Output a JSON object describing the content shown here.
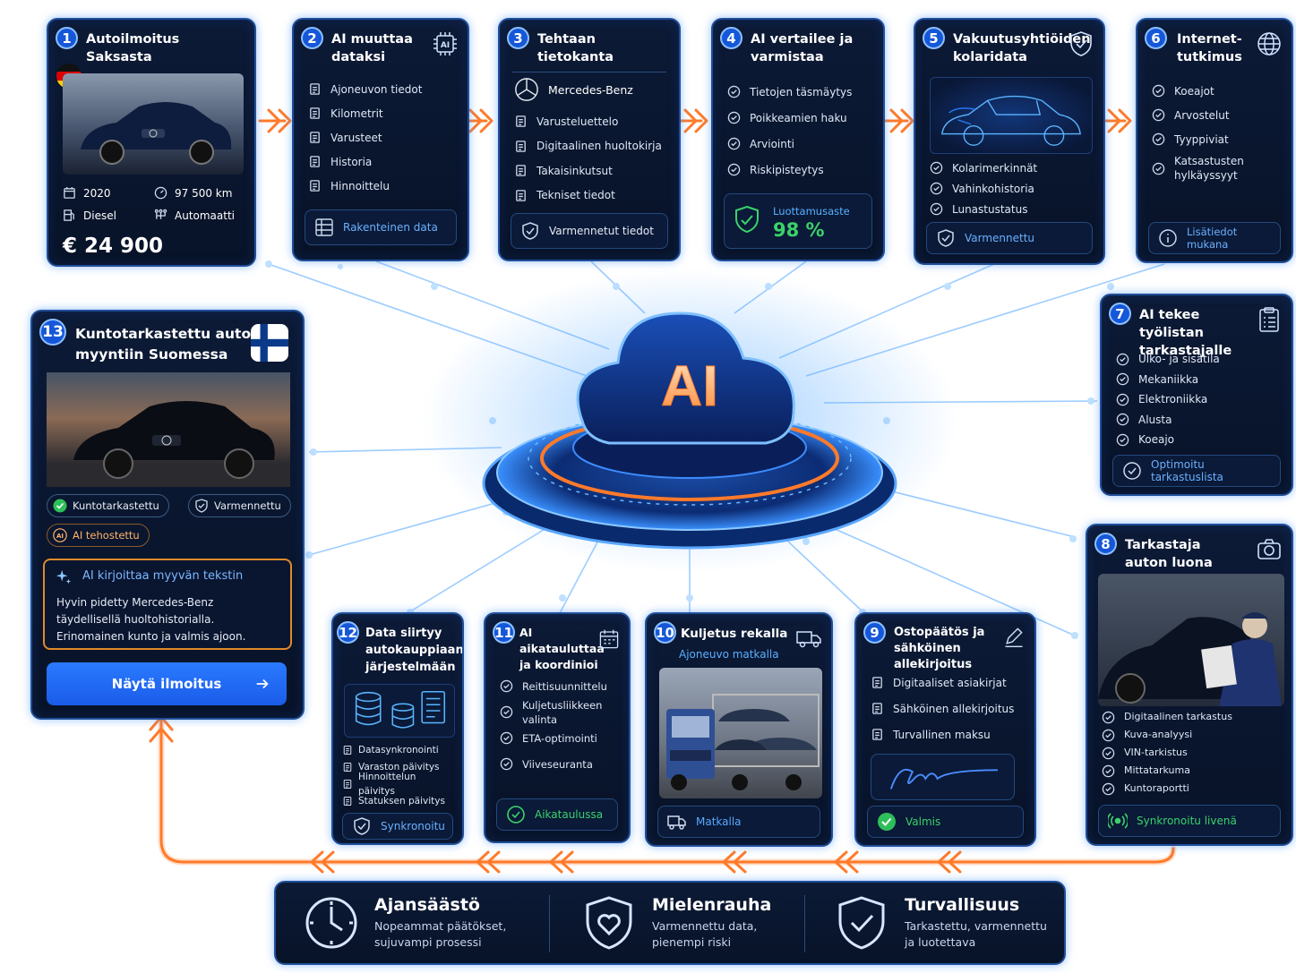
{
  "center": {
    "label": "AI"
  },
  "colors": {
    "card_bg": "#0c1a36",
    "card_border": "#1f4f9a",
    "accent_blue": "#1557d8",
    "accent_orange": "#ff7a2a",
    "green": "#2fbf5a"
  },
  "cards": {
    "c1": {
      "num": "1",
      "title": "Autoilmoitus\nSaksasta",
      "flag": "germany-flag",
      "year": "2020",
      "km": "97 500 km",
      "fuel": "Diesel",
      "gear": "Automaatti",
      "price": "€ 24 900"
    },
    "c2": {
      "num": "2",
      "title": "AI muuttaa\ndataksi",
      "items": [
        "Ajoneuvon tiedot",
        "Kilometrit",
        "Varusteet",
        "Historia",
        "Hinnoittelu"
      ],
      "footer": "Rakenteinen data"
    },
    "c3": {
      "num": "3",
      "title": "Tehtaan\ntietokanta",
      "brand": "Mercedes-Benz",
      "items": [
        "Varusteluettelo",
        "Digitaalinen huoltokirja",
        "Takaisinkutsut",
        "Tekniset tiedot"
      ],
      "footer": "Varmennetut tiedot"
    },
    "c4": {
      "num": "4",
      "title": "AI vertailee ja\nvarmistaa",
      "items": [
        "Tietojen täsmäytys",
        "Poikkeamien haku",
        "Arviointi",
        "Riskipisteytys"
      ],
      "confidence_label": "Luottamusaste",
      "confidence_value": "98 %"
    },
    "c5": {
      "num": "5",
      "title": "Vakuutusyhtiöiden\nkolaridata",
      "items": [
        "Kolarimerkinnät",
        "Vahinkohistoria",
        "Lunastustatus"
      ],
      "footer": "Varmennettu"
    },
    "c6": {
      "num": "6",
      "title": "Internet-\ntutkimus",
      "items": [
        "Koeajot",
        "Arvostelut",
        "Tyyppiviat",
        "Katsastusten\nhylkäyssyyt"
      ],
      "footer": "Lisätiedot mukana"
    },
    "c7": {
      "num": "7",
      "title": "AI tekee työlistan\ntarkastajalle",
      "items": [
        "Ulko- ja sisätila",
        "Mekaniikka",
        "Elektroniikka",
        "Alusta",
        "Koeajo"
      ],
      "footer": "Optimoitu tarkastuslista"
    },
    "c8": {
      "num": "8",
      "title": "Tarkastaja\nauton luona",
      "items": [
        "Digitaalinen tarkastus",
        "Kuva-analyysi",
        "VIN-tarkistus",
        "Mittatarkuma",
        "Kuntoraportti"
      ],
      "footer": "Synkronoitu livenä"
    },
    "c9": {
      "num": "9",
      "title": "Ostopäätös ja\nsähköinen allekirjoitus",
      "items": [
        "Digitaaliset asiakirjat",
        "Sähköinen allekirjoitus",
        "Turvallinen maksu"
      ],
      "footer": "Valmis"
    },
    "c10": {
      "num": "10",
      "title": "Kuljetus rekalla",
      "subtitle": "Ajoneuvo matkalla",
      "footer": "Matkalla"
    },
    "c11": {
      "num": "11",
      "title": "AI aikatauluttaa\nja koordinioi",
      "items": [
        "Reittisuunnittelu",
        "Kuljetusliikkeen valinta",
        "ETA-optimointi",
        "Viiveseuranta"
      ],
      "footer": "Aikataulussa"
    },
    "c12": {
      "num": "12",
      "title": "Data siirtyy\nautokauppiaan\njärjestelmään",
      "items": [
        "Datasynkronointi",
        "Varaston päivitys",
        "Hinnoittelun päivitys",
        "Statuksen päivitys"
      ],
      "footer": "Synkronoitu"
    },
    "c13": {
      "num": "13",
      "title": "Kuntotarkastettu auto\nmyyntiin Suomessa",
      "flag": "finland-flag",
      "badge1": "Kuntotarkastettu",
      "badge2": "Varmennettu",
      "badge3": "AI tehostettu",
      "ai_title": "AI kirjoittaa myyvän tekstin",
      "ai_text": "Hyvin pidetty Mercedes-Benz\ntäydellisellä huoltohistorialla.\nErinomainen kunto ja valmis ajoon.",
      "button": "Näytä ilmoitus"
    }
  },
  "benefits": [
    {
      "title": "Ajansäästö",
      "desc": "Nopeammat päätökset,\nsujuvampi prosessi",
      "icon": "clock-icon"
    },
    {
      "title": "Mielenrauha",
      "desc": "Varmennettu data,\npienempi riski",
      "icon": "heart-shield-icon"
    },
    {
      "title": "Turvallisuus",
      "desc": "Tarkastettu, varmennettu\nja luotettava",
      "icon": "check-shield-icon"
    }
  ]
}
